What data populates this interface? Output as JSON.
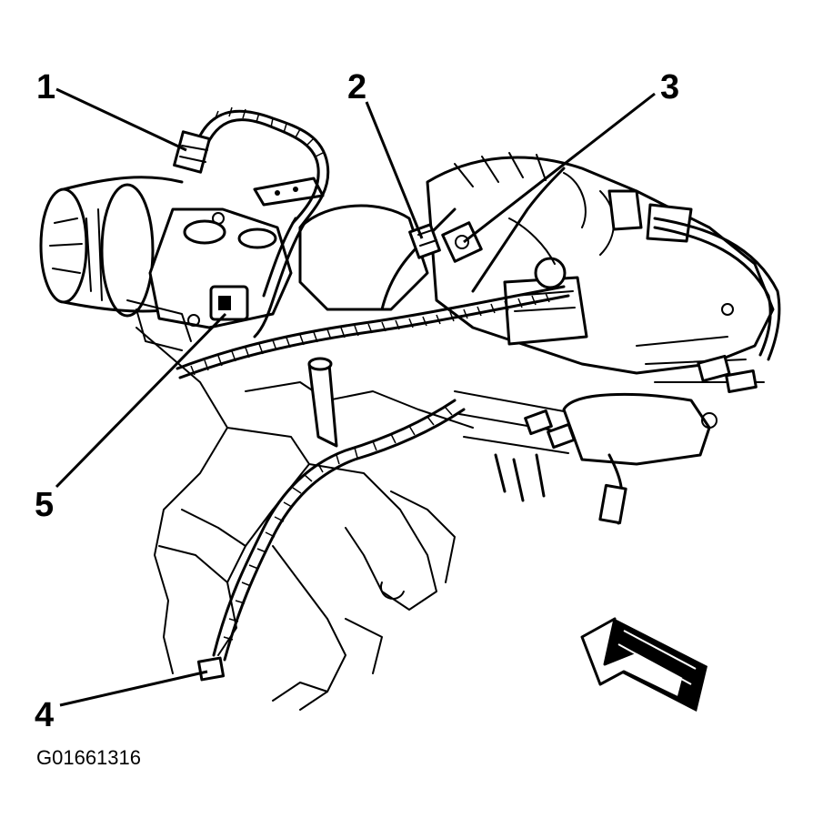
{
  "figure_id": "G01661316",
  "callouts": [
    "1",
    "2",
    "3",
    "4",
    "5"
  ]
}
